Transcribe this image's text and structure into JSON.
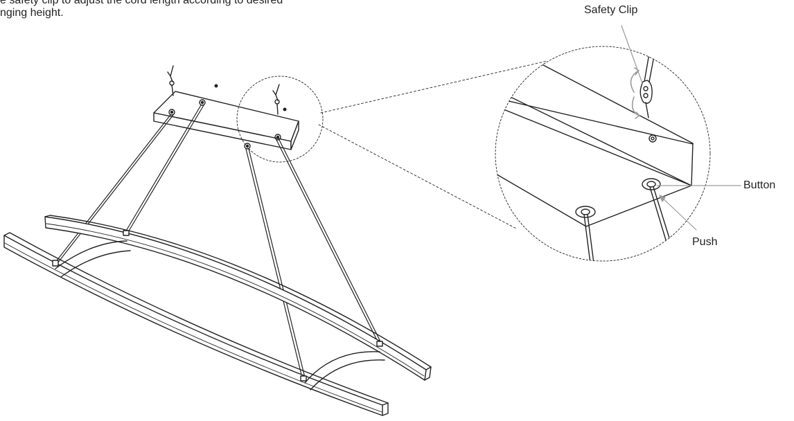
{
  "instructions": {
    "line1": "e safety clip to adjust the cord length according to desired",
    "line2": "nging height."
  },
  "callouts": {
    "safety_clip": "Safety Clip",
    "button": "Button",
    "push": "Push"
  },
  "colors": {
    "line": "#222222",
    "arrow": "#9a9a9a"
  }
}
